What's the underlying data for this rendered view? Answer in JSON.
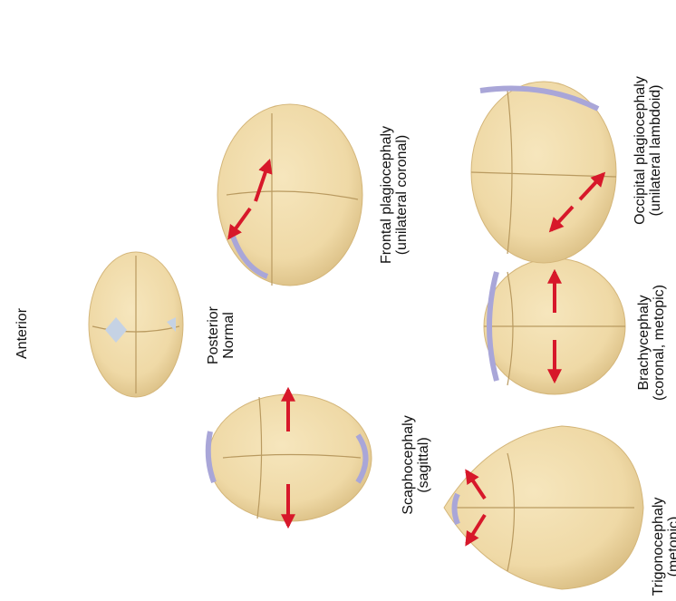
{
  "diagram": {
    "normal": {
      "anterior": "Anterior",
      "posterior": "Posterior",
      "name": "Normal"
    },
    "skulls": [
      {
        "name": "Scaphocephaly",
        "suture": "(sagittal)"
      },
      {
        "name": "Frontal plagiocephaly",
        "suture": "(unilateral coronal)"
      },
      {
        "name": "Trigonocephaly",
        "suture": "(metopic)"
      },
      {
        "name": "Brachycephaly",
        "suture": "(coronal, metopic)"
      },
      {
        "name": "Occipital plagiocephaly",
        "suture": "(unilateral lambdoid)"
      }
    ]
  },
  "colors": {
    "bone": "#f1dcaa",
    "bone_shade": "#d9bd82",
    "suture_fused": "#a9a6d8",
    "arrow": "#d7182a",
    "fontanelle": "#c5d2e4"
  }
}
